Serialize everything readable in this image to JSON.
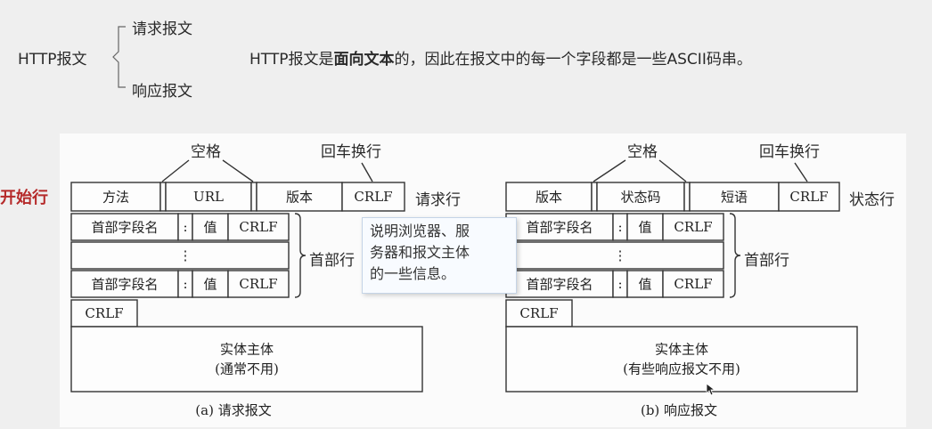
{
  "header": {
    "root_label": "HTTP报文",
    "branch_request": "请求报文",
    "branch_response": "响应报文",
    "statement_prefix": "HTTP报文是",
    "statement_bold": "面向文本",
    "statement_suffix": "的，因此在报文中的每一个字段都是一些ASCII码串。"
  },
  "start_line_label": "开始行",
  "tooltip": "说明浏览器、服务器和报文主体的一些信息。",
  "tooltip_lines": [
    "说明浏览器、服",
    "务器和报文主体",
    "的一些信息。"
  ],
  "request": {
    "caption": "(a) 请求报文",
    "label_space": "空格",
    "label_crlf_return": "回车换行",
    "start_fields": [
      "方法",
      "URL",
      "版本",
      "CRLF"
    ],
    "start_line_name": "请求行",
    "header_field_name": "首部字段名",
    "colon": ":",
    "value": "值",
    "crlf": "CRLF",
    "ellipsis": "⋮",
    "headers_label": "首部行",
    "blank_crlf": "CRLF",
    "body_title": "实体主体",
    "body_note": "(通常不用)"
  },
  "response": {
    "caption": "(b) 响应报文",
    "label_space": "空格",
    "label_crlf_return": "回车换行",
    "start_fields": [
      "版本",
      "状态码",
      "短语",
      "CRLF"
    ],
    "start_line_name": "状态行",
    "header_field_name": "首部字段名",
    "colon": ":",
    "value": "值",
    "crlf": "CRLF",
    "ellipsis": "⋮",
    "headers_label": "首部行",
    "blank_crlf": "CRLF",
    "body_title": "实体主体",
    "body_note": "(有些响应报文不用)"
  }
}
